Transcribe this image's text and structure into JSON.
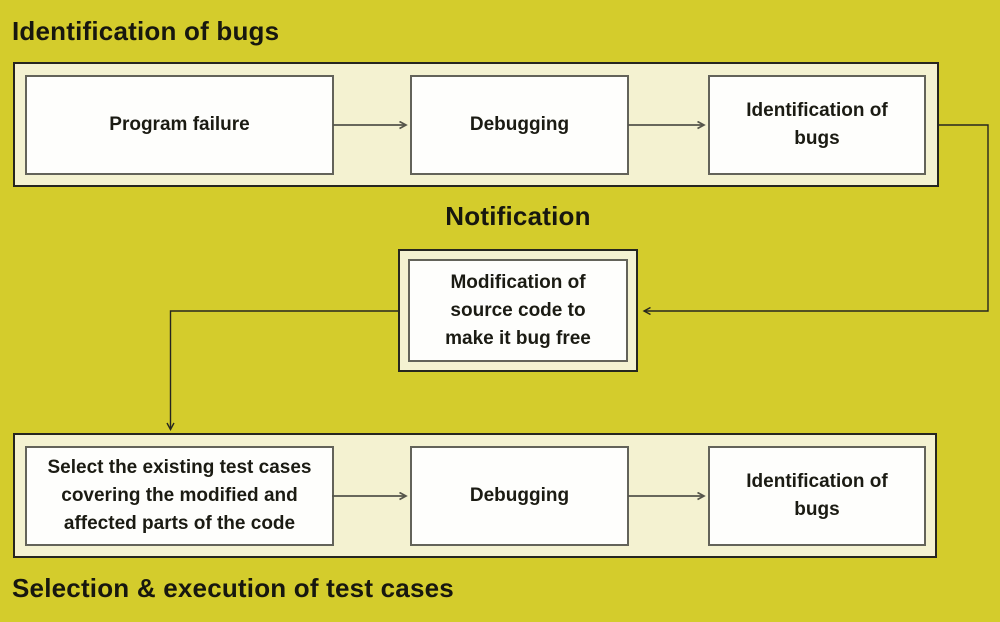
{
  "colors": {
    "background": "#d4cc2c",
    "band_fill": "#f4f2d1",
    "node_fill": "#fefefc",
    "node_border": "#63635a",
    "outline_border": "#26261f",
    "arrow_gray": "#55554b",
    "arrow_dark": "#26261f",
    "text": "#17170f"
  },
  "flow": {
    "top": {
      "heading": "Identification of bugs",
      "nodes": [
        "Program failure",
        "Debugging",
        "Identification of bugs"
      ]
    },
    "middle": {
      "heading": "Notification",
      "node": "Modification of source code to make it bug free"
    },
    "bottom": {
      "heading": "Selection & execution of test cases",
      "nodes": [
        "Select the existing test cases covering the modified and affected parts of the code",
        "Debugging",
        "Identification of bugs"
      ]
    }
  }
}
